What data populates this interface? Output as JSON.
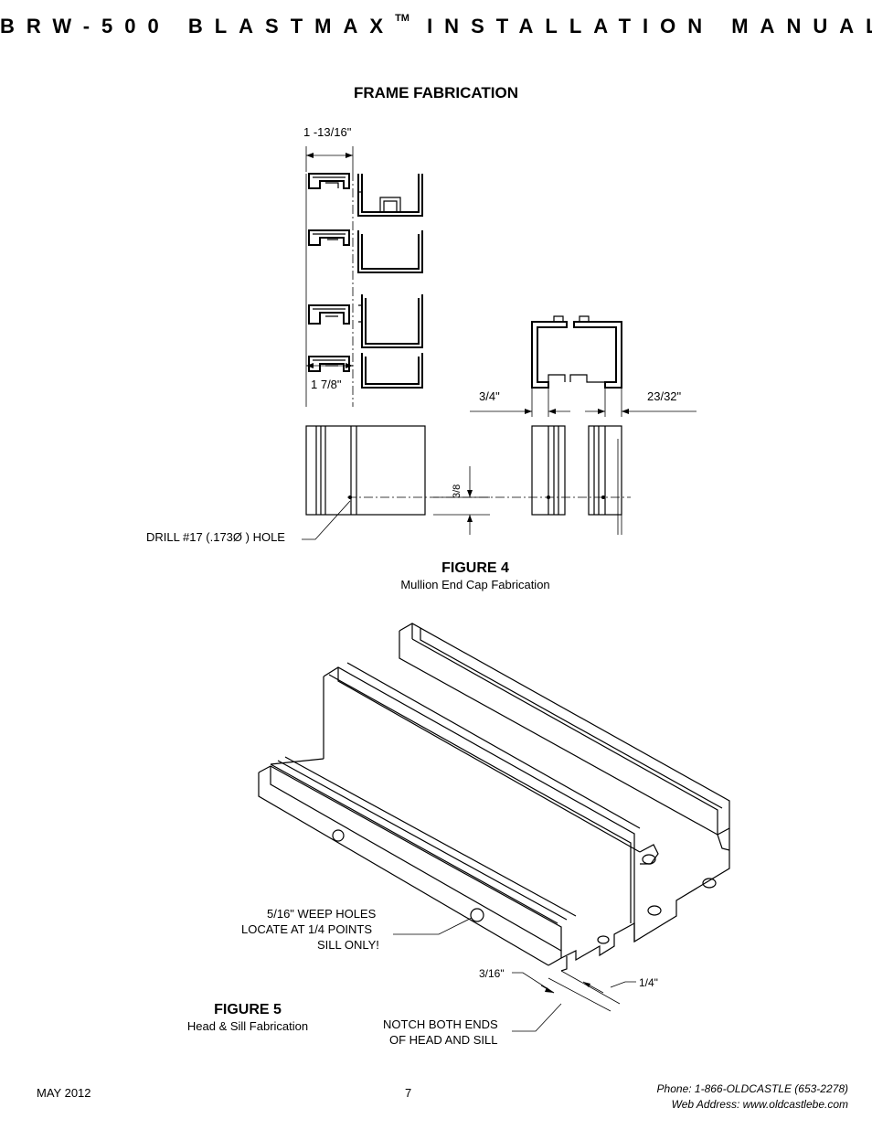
{
  "header": {
    "title_pre": "BRW-500 BLASTMAX",
    "tm": "TM",
    "title_post": " INSTALLATION MANUAL"
  },
  "section_title": "FRAME FABRICATION",
  "figure4": {
    "dim_top": "1 -13/16\"",
    "dim_side": "1 7/8\"",
    "dim_left": "3/4\"",
    "dim_right": "23/32\"",
    "dim_vertical": "3/8",
    "drill_label": "DRILL #17 (.173Ø ) HOLE",
    "title": "FIGURE 4",
    "subtitle": "Mullion End Cap Fabrication"
  },
  "figure5": {
    "weep_line1": "5/16\" WEEP HOLES",
    "weep_line2": "LOCATE AT 1/4 POINTS",
    "weep_line3": "SILL ONLY!",
    "dim_a": "3/16\"",
    "dim_b": "1/4\"",
    "notch_line1": "NOTCH BOTH ENDS",
    "notch_line2": "OF HEAD AND SILL",
    "title": "FIGURE 5",
    "subtitle": "Head & Sill Fabrication"
  },
  "footer": {
    "date": "MAY 2012",
    "page": "7",
    "phone": "Phone: 1-866-OLDCASTLE (653-2278)",
    "web": "Web Address: www.oldcastlebe.com"
  }
}
